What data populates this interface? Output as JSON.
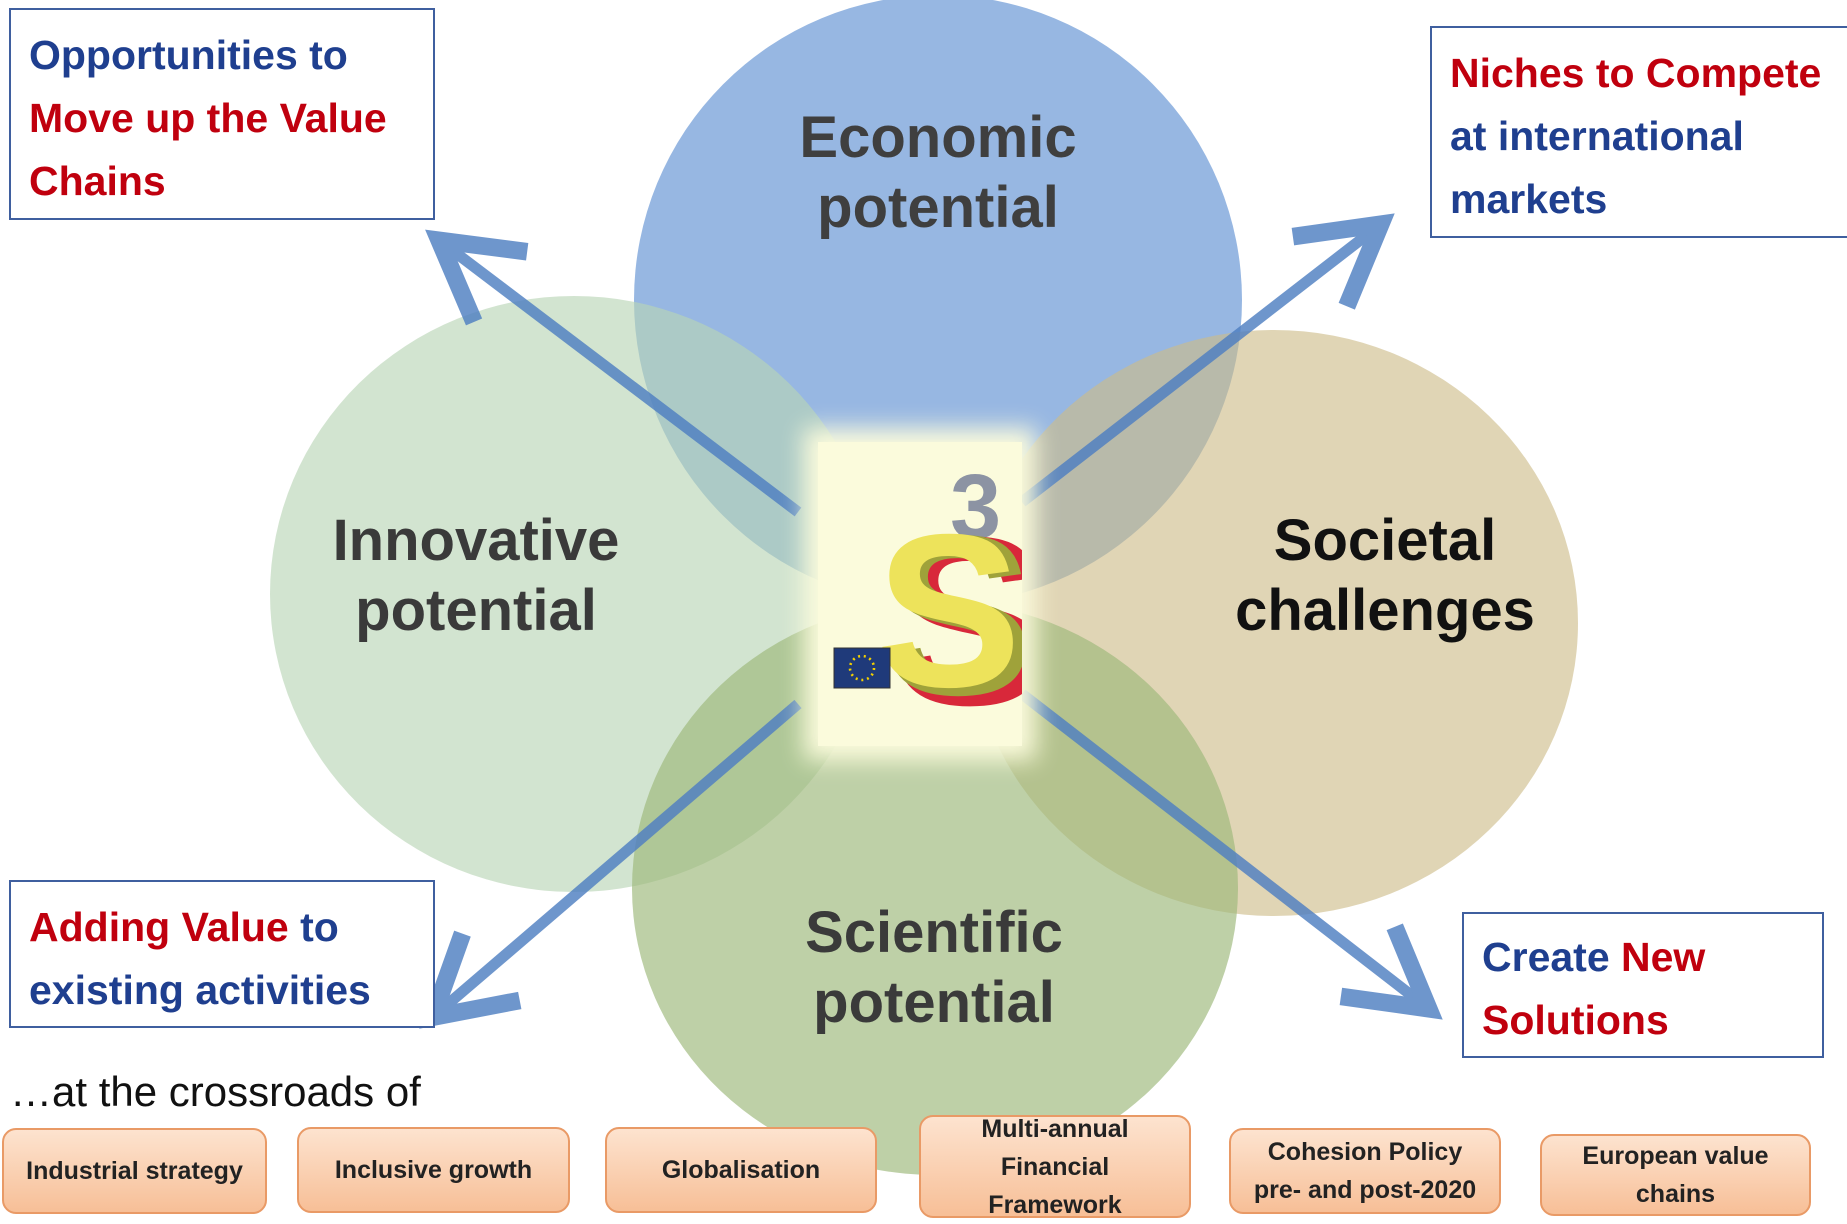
{
  "circles": {
    "economic": "Economic\npotential",
    "innovative": "Innovative\npotential",
    "societal": "Societal\nchallenges",
    "scientific": "Scientific\npotential"
  },
  "boxes": {
    "top_left": {
      "line1": "Opportunities to",
      "line2": "Move up the Value",
      "line3": "Chains"
    },
    "top_right": {
      "line1": "Niches to Compete",
      "line2": "at international",
      "line3": "markets"
    },
    "bottom_left": {
      "part1": "Adding Value",
      "part2": " to",
      "line2": "existing activities"
    },
    "bottom_right": {
      "part1": "Create ",
      "part2": "New",
      "line2": "Solutions"
    }
  },
  "logo": {
    "digit": "3",
    "letter": "S"
  },
  "crossroads_text": "…at the crossroads of",
  "tags": [
    "Industrial strategy",
    "Inclusive growth",
    "Globalisation",
    "Multi-annual Financial Framework",
    "Cohesion Policy pre- and post-2020",
    "European value chains"
  ],
  "colors": {
    "economic_circle": "#8fb3e0",
    "innovative_circle": "#c6dec5",
    "societal_circle": "#d6c79a",
    "scientific_circle": "#a9c285",
    "arrow": "#4f7fc2",
    "accent_blue": "#1f3f8f",
    "accent_red": "#c0000e",
    "tag_fill": "#f9cba8"
  }
}
